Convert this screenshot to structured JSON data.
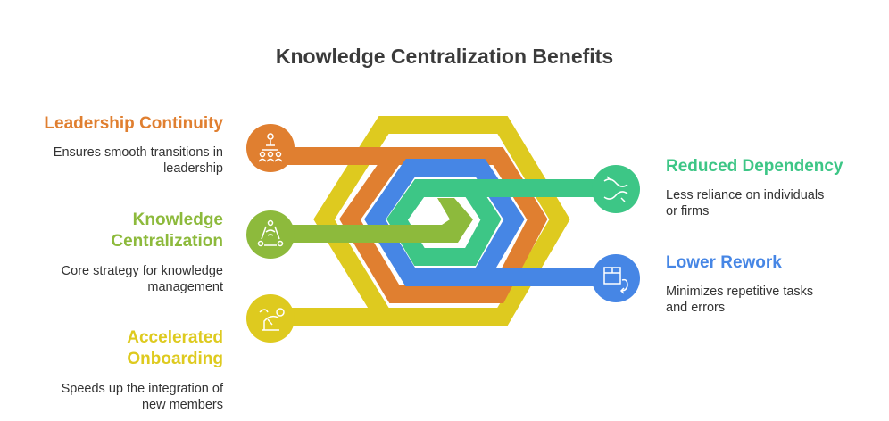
{
  "title": "Knowledge Centralization Benefits",
  "colors": {
    "orange": "#E07F30",
    "olive": "#8DBA3C",
    "yellow": "#DECA1F",
    "green": "#3DC686",
    "blue": "#4686E5"
  },
  "items": {
    "leadership": {
      "label": "Leadership Continuity",
      "desc_line1": "Ensures smooth transitions in",
      "desc_line2": "leadership",
      "icon": "leadership-hierarchy-icon"
    },
    "knowledge": {
      "label_line1": "Knowledge",
      "label_line2": "Centralization",
      "desc_line1": "Core strategy for knowledge",
      "desc_line2": "management",
      "icon": "network-hub-icon"
    },
    "onboarding": {
      "label_line1": "Accelerated",
      "label_line2": "Onboarding",
      "desc_line1": "Speeds up the integration of",
      "desc_line2": "new members",
      "icon": "rocket-growth-icon"
    },
    "dependency": {
      "label": "Reduced Dependency",
      "desc_line1": "Less reliance on individuals",
      "desc_line2": "or firms",
      "icon": "unlinked-hands-icon"
    },
    "rework": {
      "label": "Lower Rework",
      "desc_line1": "Minimizes repetitive tasks",
      "desc_line2": "and errors",
      "icon": "box-recycle-icon"
    }
  }
}
